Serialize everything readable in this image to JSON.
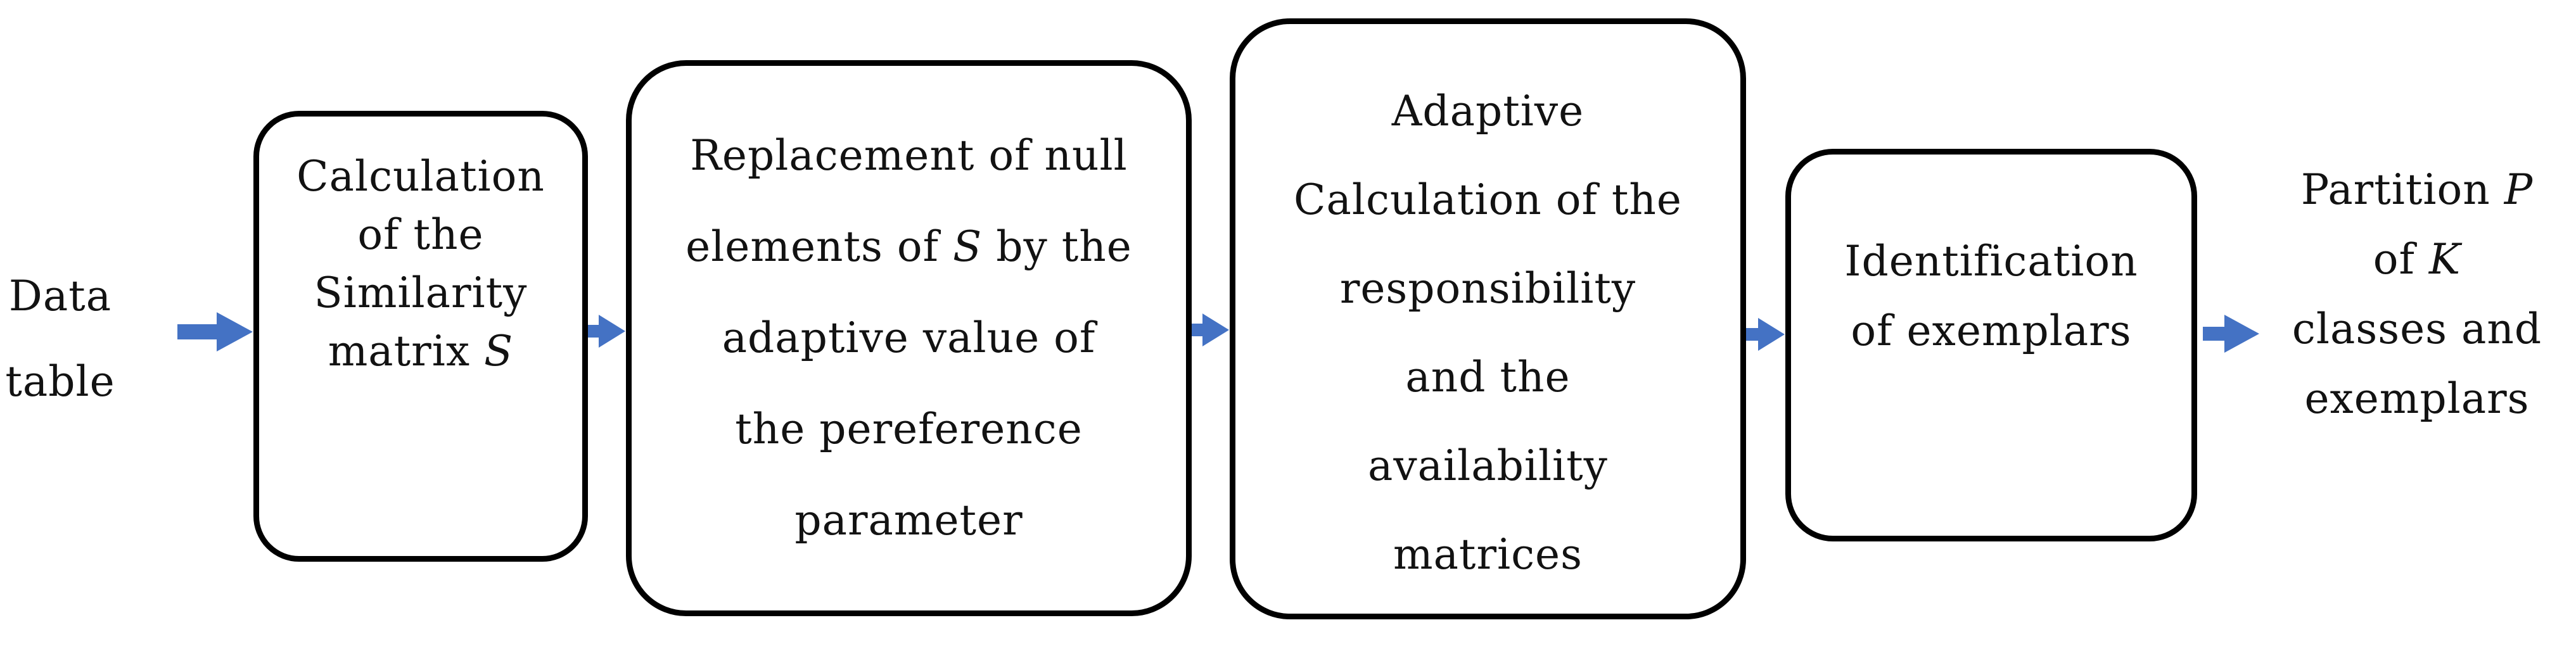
{
  "diagram": {
    "colors": {
      "background": "#ffffff",
      "box_border": "#000000",
      "text": "#121212",
      "arrow": "#4472c4"
    },
    "input_label": {
      "lines": [
        [
          {
            "t": "Data"
          }
        ],
        [
          {
            "t": "table"
          }
        ]
      ]
    },
    "boxes": [
      {
        "name": "calculation-similarity-matrix",
        "lines": [
          [
            {
              "t": "Calculation"
            }
          ],
          [
            {
              "t": "of the"
            }
          ],
          [
            {
              "t": "Similarity"
            }
          ],
          [
            {
              "t": "matrix "
            },
            {
              "t": "S",
              "i": 1
            }
          ]
        ]
      },
      {
        "name": "replacement-null-elements",
        "lines": [
          [
            {
              "t": "Replacement of null"
            }
          ],
          [
            {
              "t": "elements of "
            },
            {
              "t": "S",
              "i": 1
            },
            {
              "t": " by the"
            }
          ],
          [
            {
              "t": "adaptive value of"
            }
          ],
          [
            {
              "t": "the pereference"
            }
          ],
          [
            {
              "t": "parameter"
            }
          ]
        ]
      },
      {
        "name": "adaptive-calculation-matrices",
        "lines": [
          [
            {
              "t": "Adaptive"
            }
          ],
          [
            {
              "t": "Calculation of the"
            }
          ],
          [
            {
              "t": "responsibility"
            }
          ],
          [
            {
              "t": "and the"
            }
          ],
          [
            {
              "t": "availability"
            }
          ],
          [
            {
              "t": "matrices"
            }
          ]
        ]
      },
      {
        "name": "identification-exemplars",
        "lines": [
          [
            {
              "t": "Identification"
            }
          ],
          [
            {
              "t": "of exemplars"
            }
          ]
        ]
      }
    ],
    "output_label": {
      "lines": [
        [
          {
            "t": "Partition "
          },
          {
            "t": "P",
            "i": 1
          }
        ],
        [
          {
            "t": "of "
          },
          {
            "t": "K",
            "i": 1
          }
        ],
        [
          {
            "t": "classes and"
          }
        ],
        [
          {
            "t": "exemplars"
          }
        ]
      ]
    }
  }
}
